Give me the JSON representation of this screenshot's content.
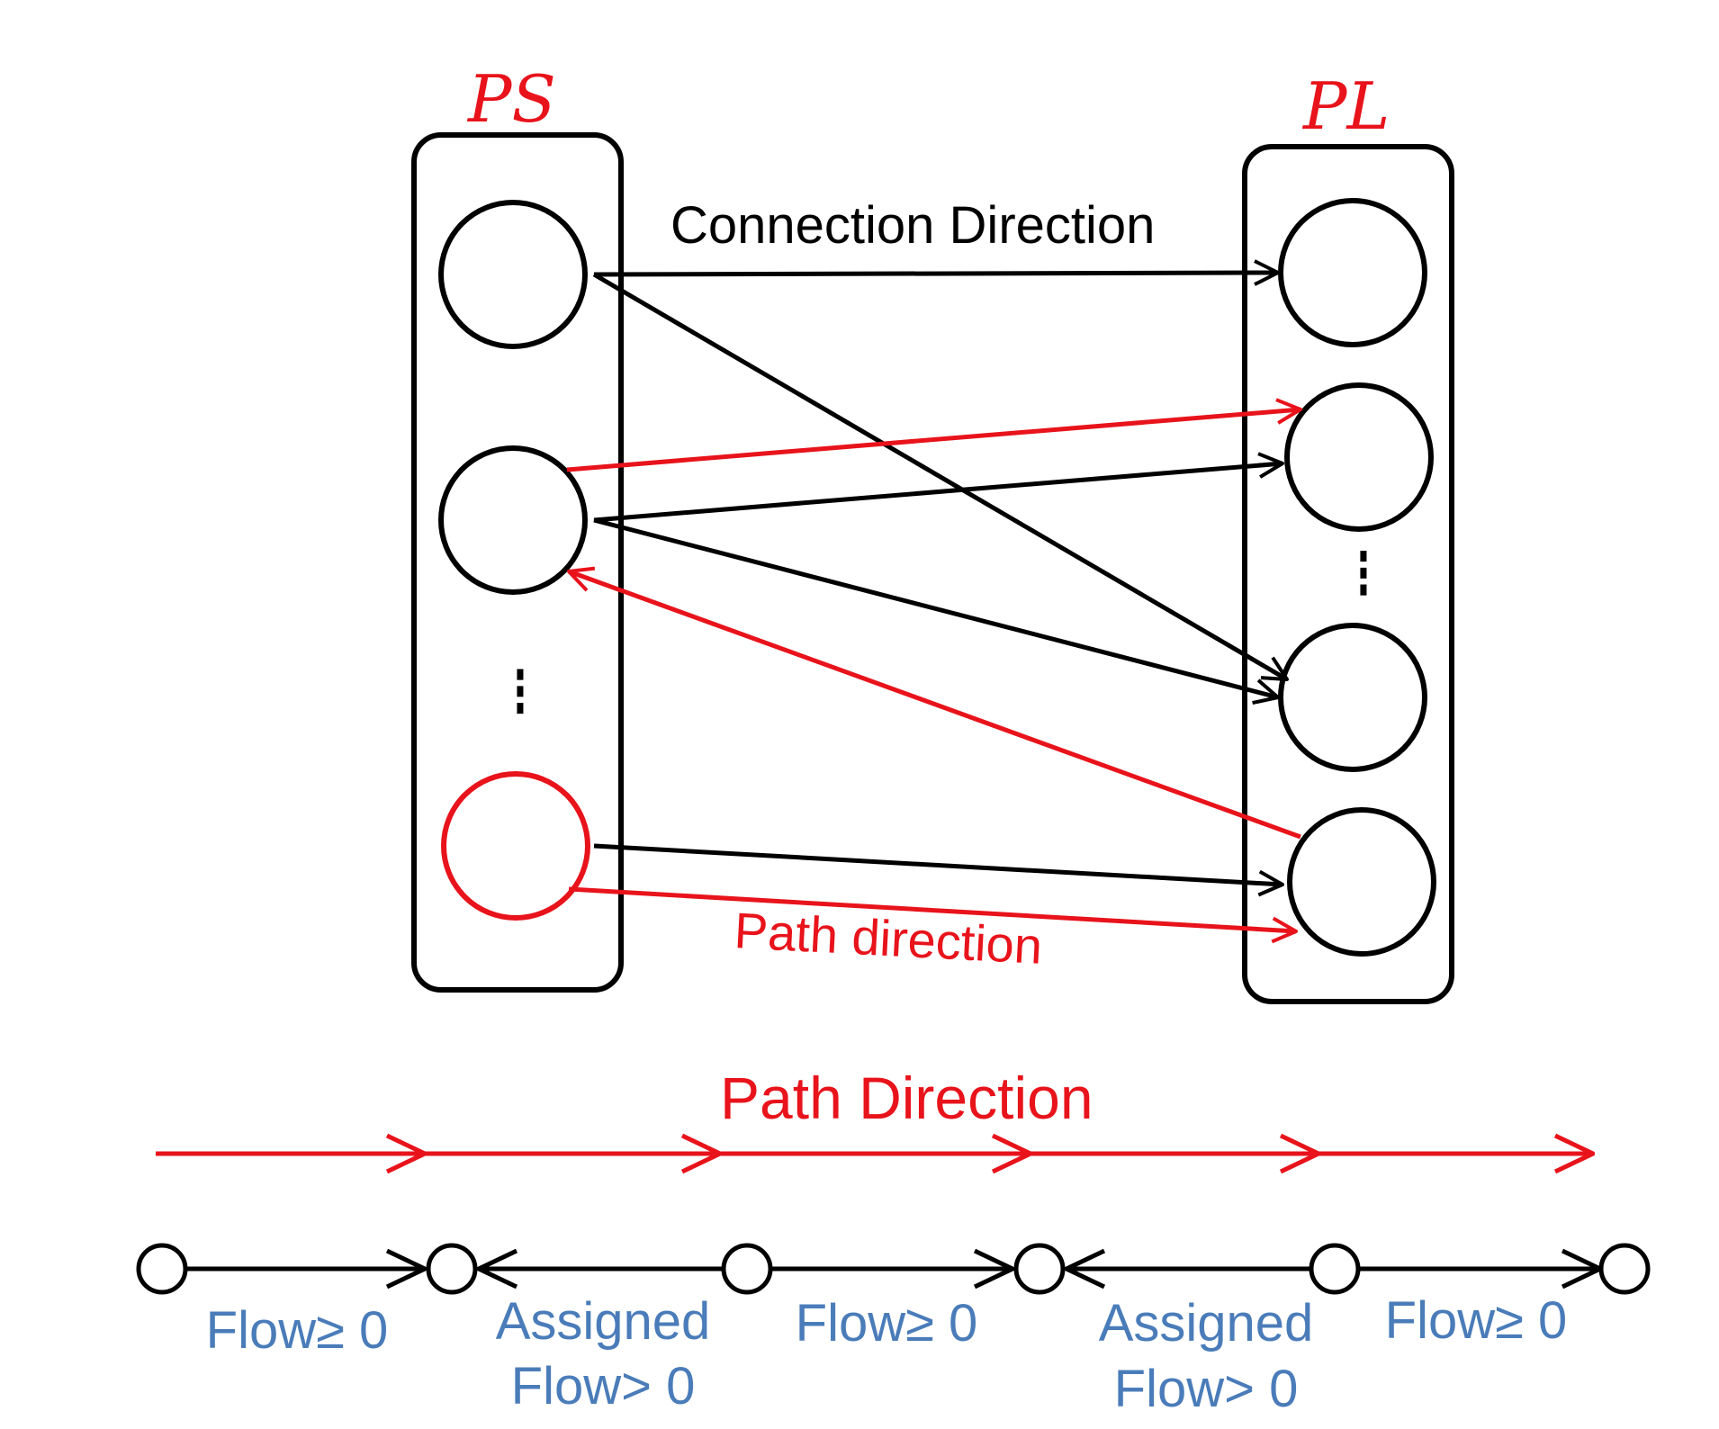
{
  "diagram": {
    "left_set_title": "PS",
    "right_set_title": "PL",
    "connection_label": "Connection Direction",
    "path_label_small": "Path direction",
    "path_label_big": "Path Direction",
    "flow_labels": [
      {
        "line1": "Flow≥ 0",
        "line2": ""
      },
      {
        "line1": "Assigned",
        "line2": "Flow> 0"
      },
      {
        "line1": "Flow≥ 0",
        "line2": ""
      },
      {
        "line1": "Assigned",
        "line2": "Flow> 0"
      },
      {
        "line1": "Flow≥ 0",
        "line2": ""
      }
    ],
    "ellipsis": "⋮"
  },
  "colors": {
    "black": "#000000",
    "red": "#e8131b",
    "blue": "#4a7cb9"
  }
}
